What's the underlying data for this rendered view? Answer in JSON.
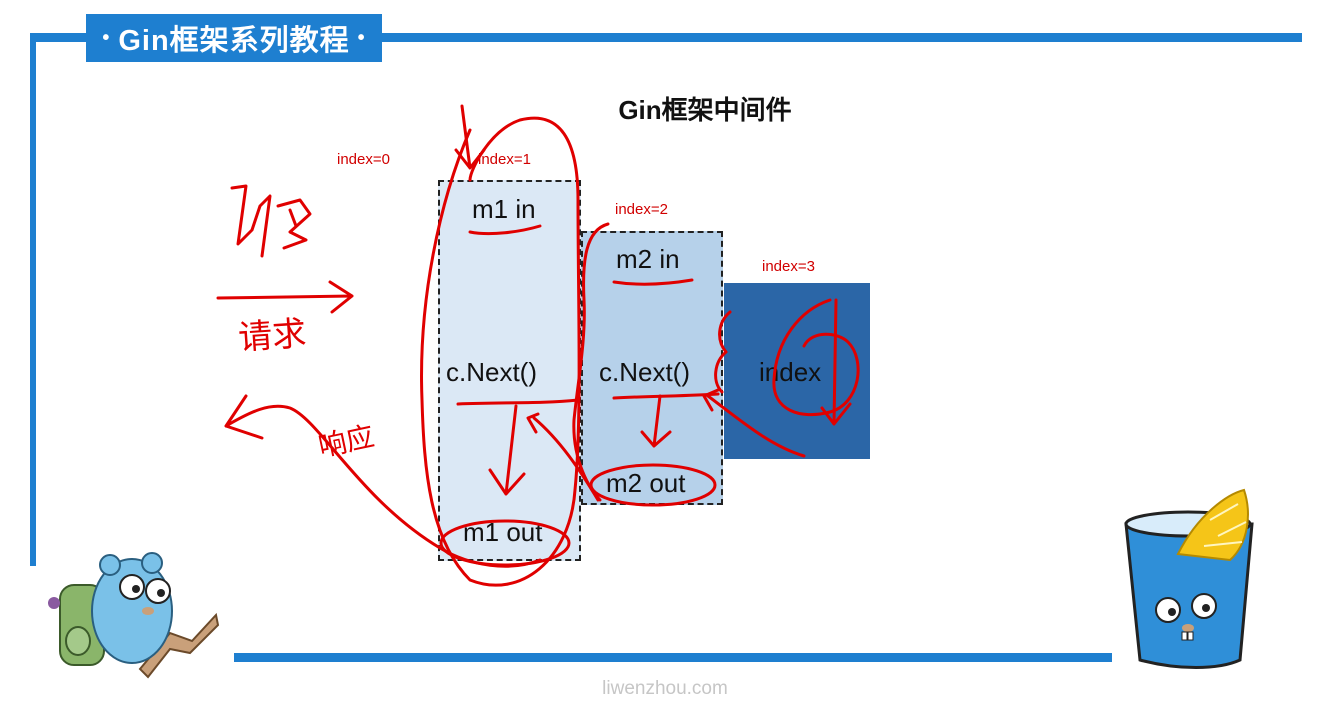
{
  "header": {
    "badge_text": "Gin框架系列教程",
    "dot": "•"
  },
  "slide": {
    "title": "Gin框架中间件"
  },
  "indexes": [
    "index=0",
    "index=1",
    "index=2",
    "index=3"
  ],
  "middleware1": {
    "in": "m1 in",
    "next": "c.Next()",
    "out": "m1 out"
  },
  "middleware2": {
    "in": "m2 in",
    "next": "c.Next()",
    "out": "m2 out"
  },
  "handler": {
    "label": "index"
  },
  "annotations": {
    "request": "请求",
    "response": "响应"
  },
  "footer": {
    "watermark": "liwenzhou.com"
  },
  "colors": {
    "accent": "#1e7fd0",
    "ink": "#e00000",
    "box1": "#dbe8f5",
    "box2": "#b6d1ea",
    "box3": "#2b66a7"
  },
  "icons": [
    "gopher-backpacker-icon",
    "gopher-in-glass-icon"
  ]
}
